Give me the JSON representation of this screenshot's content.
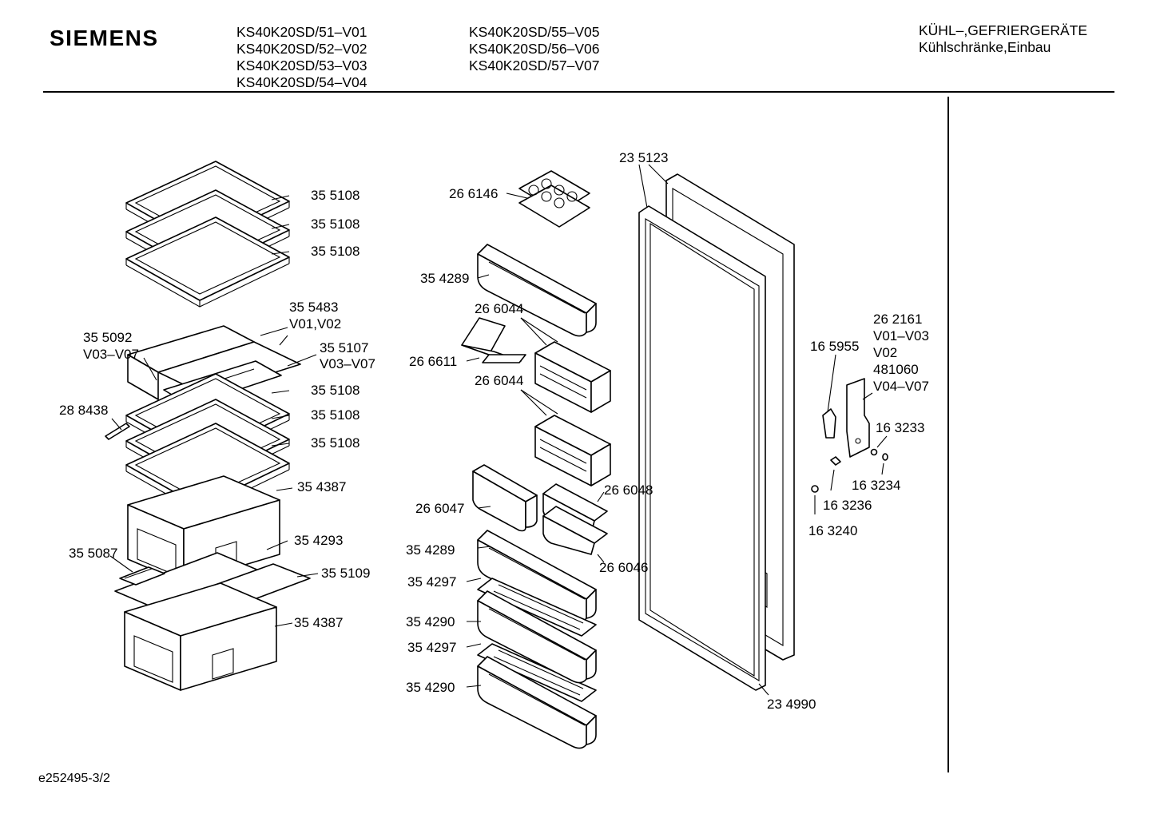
{
  "header": {
    "brand": "SIEMENS",
    "models_col1": [
      "KS40K20SD/51–V01",
      "KS40K20SD/52–V02",
      "KS40K20SD/53–V03",
      "KS40K20SD/54–V04"
    ],
    "models_col2": [
      "KS40K20SD/55–V05",
      "KS40K20SD/56–V06",
      "KS40K20SD/57–V07"
    ],
    "category": [
      "KÜHL–,GEFRIERGERÄTE",
      "Kühlschränke,Einbau"
    ]
  },
  "parts": {
    "left": [
      {
        "id": "glass-shelf-1",
        "lines": [
          "35 5108"
        ]
      },
      {
        "id": "glass-shelf-2",
        "lines": [
          "35 5108"
        ]
      },
      {
        "id": "glass-shelf-3",
        "lines": [
          "35 5108"
        ]
      },
      {
        "id": "shelf-frame",
        "lines": [
          "35 5483",
          "V01,V02"
        ]
      },
      {
        "id": "shelf-insert-left",
        "lines": [
          "35 5092",
          "V03–V07"
        ]
      },
      {
        "id": "shelf-insert-right",
        "lines": [
          "35 5107",
          "V03–V07"
        ]
      },
      {
        "id": "trim-strip",
        "lines": [
          "28 8438"
        ]
      },
      {
        "id": "glass-shelf-4",
        "lines": [
          "35 5108"
        ]
      },
      {
        "id": "glass-shelf-5",
        "lines": [
          "35 5108"
        ]
      },
      {
        "id": "glass-shelf-6",
        "lines": [
          "35 5108"
        ]
      },
      {
        "id": "crisper-upper",
        "lines": [
          "35 4387"
        ]
      },
      {
        "id": "crisper-cover",
        "lines": [
          "35 4293"
        ]
      },
      {
        "id": "vent-grille",
        "lines": [
          "35 5087"
        ]
      },
      {
        "id": "crisper-cover-shelf",
        "lines": [
          "35 5109"
        ]
      },
      {
        "id": "crisper-lower",
        "lines": [
          "35 4387"
        ]
      }
    ],
    "middle": [
      {
        "id": "egg-tray",
        "lines": [
          "26 6146"
        ]
      },
      {
        "id": "door-bin-top",
        "lines": [
          "35 4289"
        ]
      },
      {
        "id": "butter-box-1",
        "lines": [
          "26 6044"
        ]
      },
      {
        "id": "butter-lid",
        "lines": [
          "26 6611"
        ]
      },
      {
        "id": "butter-box-2",
        "lines": [
          "26 6044"
        ]
      },
      {
        "id": "small-bin-left",
        "lines": [
          "26 6047"
        ]
      },
      {
        "id": "small-bin-right-top",
        "lines": [
          "26 6048"
        ]
      },
      {
        "id": "door-bin-middle",
        "lines": [
          "35 4289"
        ]
      },
      {
        "id": "small-bin-right-bottom",
        "lines": [
          "26 6046"
        ]
      },
      {
        "id": "bottle-rack-1",
        "lines": [
          "35 4297"
        ]
      },
      {
        "id": "bottle-bin-1",
        "lines": [
          "35 4290"
        ]
      },
      {
        "id": "bottle-rack-2",
        "lines": [
          "35 4297"
        ]
      },
      {
        "id": "bottle-bin-2",
        "lines": [
          "35 4290"
        ]
      }
    ],
    "door": [
      {
        "id": "door-panel",
        "lines": [
          "23 5123"
        ]
      },
      {
        "id": "door-gasket",
        "lines": [
          "23 4990"
        ]
      },
      {
        "id": "hinge-set",
        "lines": [
          "26 2161",
          "V01–V03",
          "V02",
          "481060",
          "V04–V07"
        ]
      },
      {
        "id": "hinge-bracket",
        "lines": [
          "16 5955"
        ]
      },
      {
        "id": "screw",
        "lines": [
          "16 3233"
        ]
      },
      {
        "id": "washer",
        "lines": [
          "16 3234"
        ]
      },
      {
        "id": "bushing",
        "lines": [
          "16 3236"
        ]
      },
      {
        "id": "cap",
        "lines": [
          "16 3240"
        ]
      }
    ]
  },
  "footer": {
    "code": "e252495-3/2"
  }
}
